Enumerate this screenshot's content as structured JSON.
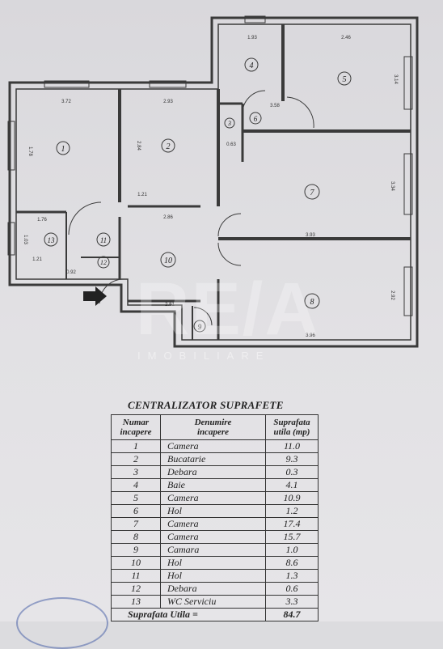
{
  "plan": {
    "room_numbers": [
      "1",
      "2",
      "3",
      "4",
      "5",
      "6",
      "7",
      "8",
      "9",
      "10",
      "11",
      "12",
      "13"
    ],
    "dimensions": [
      "3.72",
      "2.93",
      "1.93",
      "2.46",
      "3.14",
      "3.34",
      "1.21",
      "2.86",
      "3.93",
      "0.92",
      "1.76",
      "1.21",
      "1.78",
      "2.81",
      "3.96",
      "2.92",
      "3.58",
      "0.63",
      "2.84",
      "1.03"
    ]
  },
  "watermark": {
    "brand": "RE/A",
    "sub": "IMOBILIARE"
  },
  "table": {
    "title": "CENTRALIZATOR SUPRAFETE",
    "headers": {
      "number": [
        "Numar",
        "incapere"
      ],
      "name": [
        "Denumire",
        "incapere"
      ],
      "area": [
        "Suprafata",
        "utila (mp)"
      ]
    },
    "rows": [
      {
        "n": "1",
        "name": "Camera",
        "area": "11.0"
      },
      {
        "n": "2",
        "name": "Bucatarie",
        "area": "9.3"
      },
      {
        "n": "3",
        "name": "Debara",
        "area": "0.3"
      },
      {
        "n": "4",
        "name": "Baie",
        "area": "4.1"
      },
      {
        "n": "5",
        "name": "Camera",
        "area": "10.9"
      },
      {
        "n": "6",
        "name": "Hol",
        "area": "1.2"
      },
      {
        "n": "7",
        "name": "Camera",
        "area": "17.4"
      },
      {
        "n": "8",
        "name": "Camera",
        "area": "15.7"
      },
      {
        "n": "9",
        "name": "Camara",
        "area": "1.0"
      },
      {
        "n": "10",
        "name": "Hol",
        "area": "8.6"
      },
      {
        "n": "11",
        "name": "Hol",
        "area": "1.3"
      },
      {
        "n": "12",
        "name": "Debara",
        "area": "0.6"
      },
      {
        "n": "13",
        "name": "WC Serviciu",
        "area": "3.3"
      }
    ],
    "total": {
      "label": "Suprafata Utila =",
      "area": "84.7"
    }
  }
}
